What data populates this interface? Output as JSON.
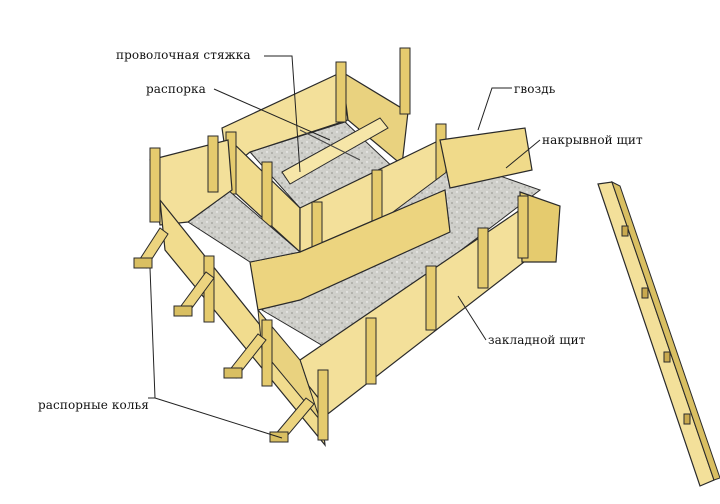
{
  "labels": {
    "wire_tie": "проволочная стяжка",
    "strut": "распорка",
    "nail": "гвоздь",
    "cover_panel": "накрывной щит",
    "embedded_panel": "закладной щит",
    "spacer_stakes": "распорные колья"
  },
  "colors": {
    "wood": "#f3e09a",
    "wood_dark": "#d9bf62",
    "wood_shadow": "#c9a94e",
    "outline": "#2a2a2a",
    "concrete": "#c9c9c4",
    "concrete_dark": "#a9a9a3",
    "leader": "#222222"
  }
}
